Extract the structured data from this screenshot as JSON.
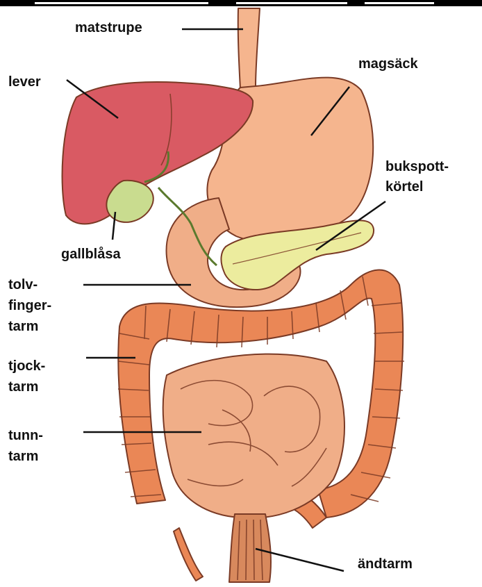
{
  "labels": {
    "matstrupe": "matstrupe",
    "lever": "lever",
    "magsack": "magsäck",
    "bukspott_1": "bukspott-",
    "bukspott_2": "körtel",
    "gallblasa": "gallblåsa",
    "tolv_1": "tolv-",
    "tolv_2": "finger-",
    "tolv_3": "tarm",
    "tjock_1": "tjock-",
    "tjock_2": "tarm",
    "tunn_1": "tunn-",
    "tunn_2": "tarm",
    "andtarm": "ändtarm"
  },
  "colors": {
    "liver": "#d95a63",
    "gallbladder": "#c9dc8f",
    "stomach": "#f5b58e",
    "pancreas": "#ecec9e",
    "colon": "#ea8756",
    "small_intestine": "#f0ae88",
    "rectum": "#d8895d",
    "outline": "#7a3a25"
  }
}
